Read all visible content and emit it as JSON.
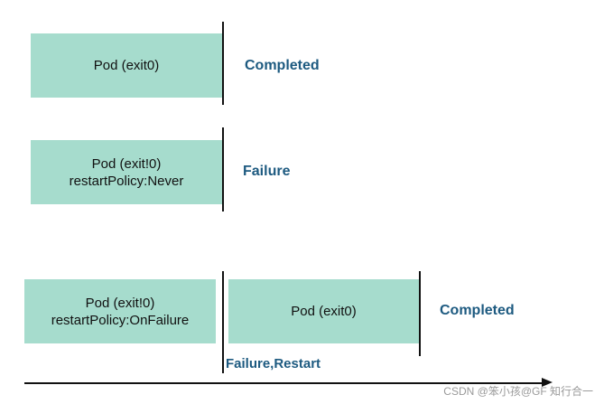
{
  "rows": [
    {
      "pod": {
        "line1": "Pod (exit0)",
        "line2": ""
      },
      "status": "Completed"
    },
    {
      "pod": {
        "line1": "Pod (exit!0)",
        "line2": "restartPolicy:Never"
      },
      "status": "Failure"
    },
    {
      "pod": {
        "line1": "Pod (exit!0)",
        "line2": "restartPolicy:OnFailure"
      },
      "transition": "Failure,Restart",
      "next_pod": {
        "line1": "Pod (exit0)"
      },
      "status": "Completed"
    }
  ],
  "watermark": "CSDN @笨小孩@GF 知行合一",
  "colors": {
    "pod_fill": "#a6dccd",
    "status_text": "#1d5a80",
    "line": "#111111"
  }
}
